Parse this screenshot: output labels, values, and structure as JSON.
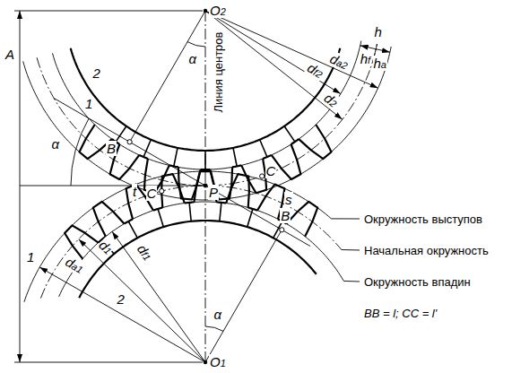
{
  "diagram": {
    "labels": [
      "A",
      "O2",
      "Линия центров",
      "α",
      "2",
      "1",
      "B",
      "α",
      "t",
      "C",
      "P",
      "C",
      "s",
      "B",
      "2",
      "1",
      "da1",
      "d1",
      "df1",
      "α",
      "O1",
      "da2",
      "df2",
      "d2",
      "h",
      "hf",
      "ha",
      "Окружность выступов",
      "Начальная окружность",
      "Окружность впадин",
      "BB = l; CC = l'"
    ]
  }
}
